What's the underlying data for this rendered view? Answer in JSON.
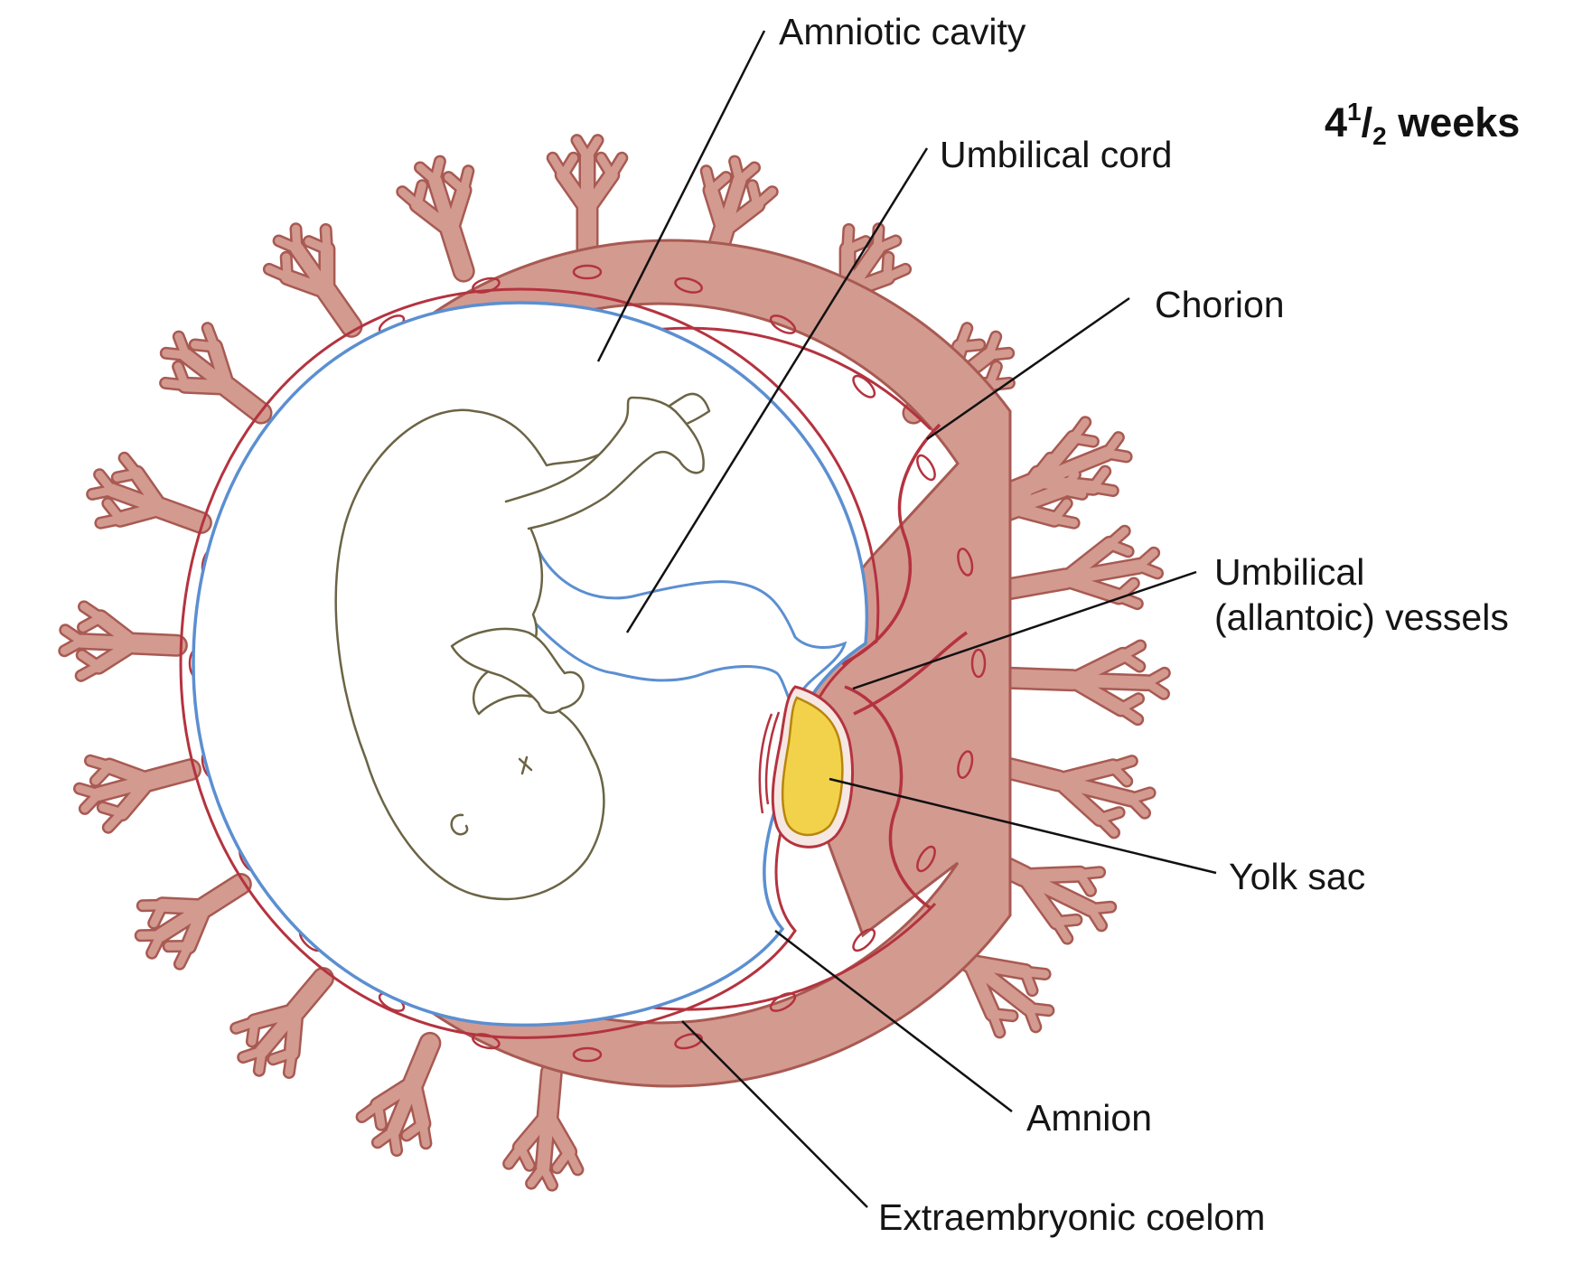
{
  "title": {
    "whole": "4",
    "num": "1",
    "den": "2",
    "unit": "weeks"
  },
  "labels": {
    "amniotic_cavity": "Amniotic cavity",
    "umbilical_cord": "Umbilical cord",
    "chorion": "Chorion",
    "umbilical_vessels_line1": "Umbilical",
    "umbilical_vessels_line2": "(allantoic) vessels",
    "yolk_sac": "Yolk sac",
    "amnion": "Amnion",
    "extraembryonic_coelom": "Extraembryonic coelom"
  },
  "colors": {
    "chorion_fill": "#d39a90",
    "chorion_outline": "#a85a52",
    "vessel": "#b4333f",
    "amnion": "#5b8fd1",
    "embryo_outline": "#6b6445",
    "yolk_fill": "#f2d24a",
    "yolk_outline": "#b8860b",
    "leader": "#111111"
  }
}
